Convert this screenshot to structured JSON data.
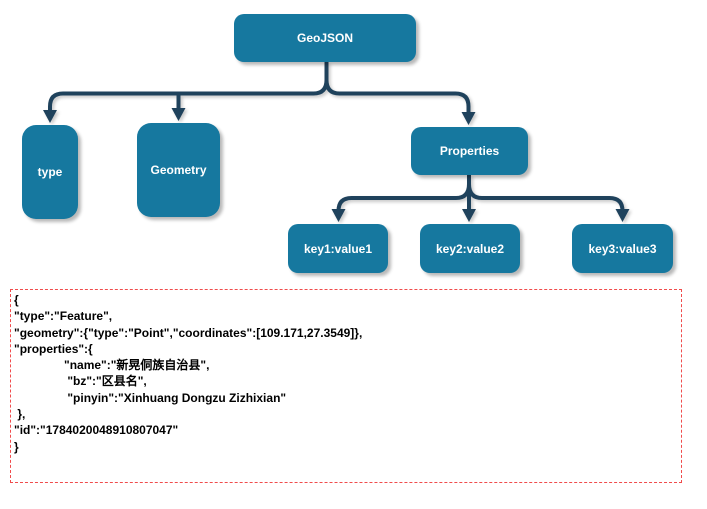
{
  "diagram": {
    "nodes": {
      "geojson": {
        "label": "GeoJSON"
      },
      "type": {
        "label": "type"
      },
      "geometry": {
        "label": "Geometry"
      },
      "properties": {
        "label": "Properties"
      },
      "key1": {
        "label": "key1:value1"
      },
      "key2": {
        "label": "key2:value2"
      },
      "key3": {
        "label": "key3:value3"
      }
    },
    "colors": {
      "node_fill": "#16789F",
      "node_text": "#FFFFFF",
      "connector": "#1F425C"
    }
  },
  "code": {
    "border_color": "#F04B4B",
    "lines": [
      "{",
      "\"type\":\"Feature\",",
      "\"geometry\":{\"type\":\"Point\",\"coordinates\":[109.171,27.3549]},",
      "\"properties\":{",
      "               \"name\":\"新晃侗族自治县\",",
      "                \"bz\":\"区县名\",",
      "                \"pinyin\":\"Xinhuang Dongzu Zizhixian\"",
      " },",
      "\"id\":\"1784020048910807047\"",
      "}"
    ]
  }
}
